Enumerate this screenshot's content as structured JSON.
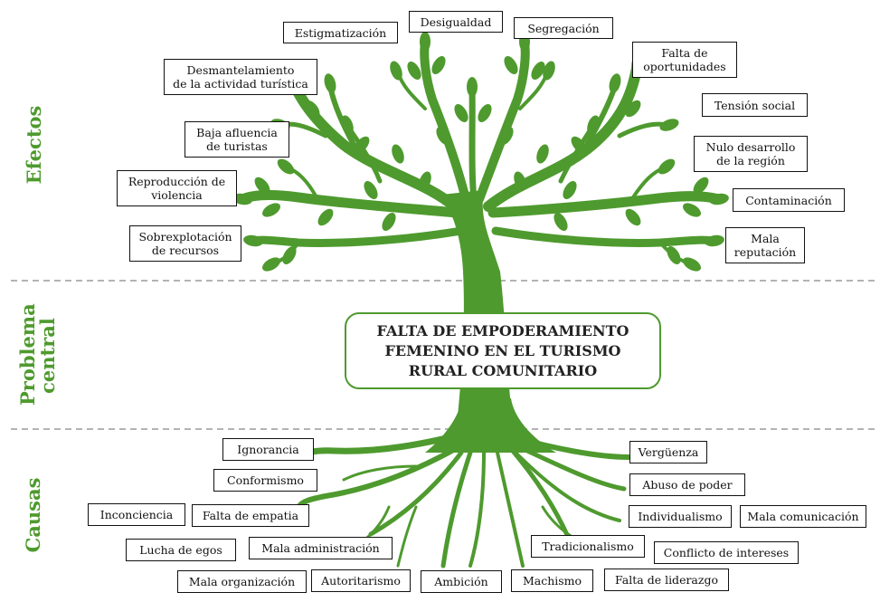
{
  "sections": {
    "effects": "Efectos",
    "central_line1": "Problema",
    "central_line2": "central",
    "causes": "Causas"
  },
  "central_problem": "FALTA DE EMPODERAMIENTO\nFEMENINO EN EL TURISMO\nRURAL COMUNITARIO",
  "effects": [
    "Estigmatización",
    "Desigualdad",
    "Segregación",
    "Falta de\noportunidades",
    "Desmantelamiento\nde la actividad turística",
    "Tensión social",
    "Baja afluencia\nde turistas",
    "Nulo desarrollo\nde la región",
    "Reproducción de\nviolencia",
    "Contaminación",
    "Sobrexplotación\nde recursos",
    "Mala\nreputación"
  ],
  "causes": [
    "Ignorancia",
    "Vergüenza",
    "Conformismo",
    "Abuso de poder",
    "Inconciencia",
    "Falta de empatia",
    "Individualismo",
    "Mala comunicación",
    "Lucha de egos",
    "Mala administración",
    "Tradicionalismo",
    "Conflicto de intereses",
    "Mala organización",
    "Autoritarismo",
    "Ambición",
    "Machismo",
    "Falta de liderazgo"
  ],
  "colors": {
    "tree": "#4e9a2e",
    "section_text": "#4e9a2e",
    "divider": "#9a9a9a"
  }
}
